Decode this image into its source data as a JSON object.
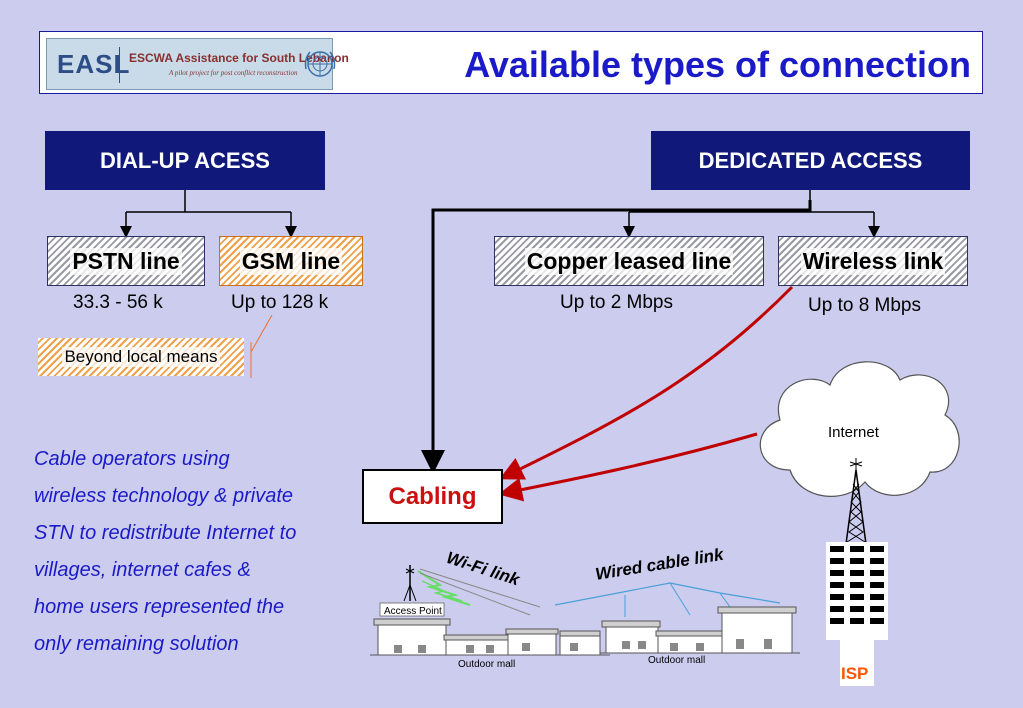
{
  "header": {
    "logo_abbr": "EASL",
    "logo_name": "ESCWA Assistance for South Lebanon",
    "logo_tagline": "A pilot project for post conflict reconstruction",
    "title": "Available types of connection"
  },
  "categories": {
    "dialup": "DIAL-UP  ACESS",
    "dedicated": "DEDICATED ACCESS"
  },
  "options": {
    "pstn": {
      "label": "PSTN line",
      "speed": "33.3 - 56 k"
    },
    "gsm": {
      "label": "GSM line",
      "speed": "Up to 128 k"
    },
    "copper": {
      "label": "Copper leased line",
      "speed": "Up to 2 Mbps"
    },
    "wireless": {
      "label": "Wireless link",
      "speed": "Up to 8 Mbps"
    }
  },
  "beyond_note": "Beyond local means",
  "cabling": "Cabling",
  "note_lines": [
    "Cable operators using",
    "wireless technology & private",
    "STN to redistribute Internet to",
    "villages, internet cafes &",
    "home users represented the",
    "only remaining solution"
  ],
  "network": {
    "internet": "Internet",
    "wifi_link": "Wi-Fi link",
    "wired_link": "Wired cable link",
    "access_point": "Access Point",
    "mall_1": "Outdoor mall",
    "mall_2": "Outdoor mall",
    "isp": "ISP"
  },
  "colors": {
    "title": "#1a1ac8",
    "box_fill": "#10187a",
    "cabling_text": "#cc1010",
    "arrow_red": "#c00000",
    "isp": "#ff5500"
  }
}
